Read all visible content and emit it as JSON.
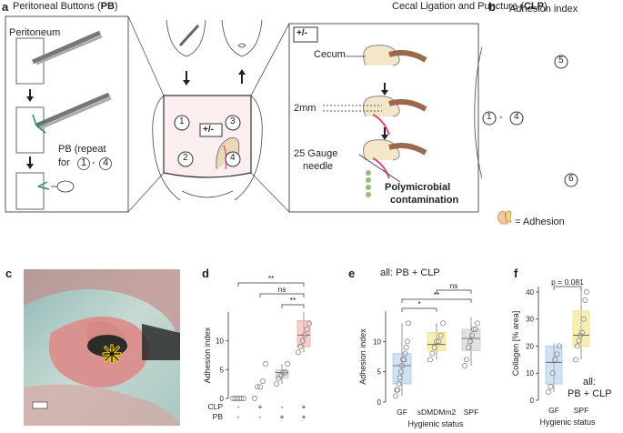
{
  "panels": {
    "a": {
      "letter": "a",
      "title_left_prefix": "Peritoneal Buttons (",
      "title_left_bold": "PB",
      "title_left_suffix": ")",
      "title_right_prefix": "Cecal Ligation and Puncture (",
      "title_right_bold": "CLP",
      "title_right_suffix": ")",
      "peritoneum": "Peritoneum",
      "pb_repeat_line1": "PB (repeat",
      "pb_repeat_line2": "for",
      "range_start": "1",
      "range_end": "4",
      "range_dash": "-",
      "plusminus": "+/-",
      "sites": [
        "1",
        "2",
        "3",
        "4"
      ],
      "cecum": "Cecum",
      "gap": "2mm",
      "needle_line1": "25 Gauge",
      "needle_line2": "needle",
      "contam_line1": "Polymicrobial",
      "contam_line2": "contamination"
    },
    "b": {
      "letter": "b",
      "title": "Adhesion index",
      "site5": "5",
      "site6": "6",
      "range_start": "1",
      "range_end": "4",
      "range_dash": "-",
      "legend": "= Adhesion"
    },
    "c": {
      "letter": "c"
    },
    "d": {
      "letter": "d"
    },
    "e": {
      "letter": "e",
      "note": "all: PB + CLP"
    },
    "f": {
      "letter": "f",
      "note_line1": "all:",
      "note_line2": "PB + CLP"
    }
  },
  "colors": {
    "green": "#2e8b6a",
    "pink": "#e0457b",
    "box_blue": "#a9c8e8",
    "box_yellow": "#f3df7a",
    "box_grey": "#c8c8c8",
    "box_red": "#f2a8a0",
    "peach": "#f5c9a8"
  },
  "chart_data": [
    {
      "id": "d",
      "type": "box",
      "ylabel": "Adhesion index",
      "ylim": [
        0,
        15
      ],
      "yticks": [
        0,
        5,
        10
      ],
      "row_labels": [
        "CLP",
        "PB"
      ],
      "conditions": [
        {
          "CLP": "-",
          "PB": "-",
          "points": [
            0,
            0,
            0,
            0,
            0,
            0
          ],
          "color": "#a9c8e8",
          "box": false
        },
        {
          "CLP": "+",
          "PB": "-",
          "points": [
            0,
            2,
            2,
            3,
            6
          ],
          "color": "#f3df7a",
          "box": false
        },
        {
          "CLP": "-",
          "PB": "+",
          "points": [
            2.5,
            3.5,
            4,
            4.5,
            4.5,
            6
          ],
          "color": "#c8c8c8",
          "box": true,
          "q1": 3.5,
          "median": 4.5,
          "q3": 5,
          "whisk": [
            2.5,
            6
          ]
        },
        {
          "CLP": "+",
          "PB": "+",
          "points": [
            8,
            9,
            10,
            11,
            12,
            13
          ],
          "color": "#f2a8a0",
          "box": true,
          "q1": 9,
          "median": 11,
          "q3": 13.5,
          "whisk": [
            8,
            15
          ]
        }
      ],
      "annotations": [
        {
          "from": 3,
          "to": 4,
          "text": "**",
          "level": 1
        },
        {
          "from": 2,
          "to": 4,
          "text": "ns",
          "level": 2
        },
        {
          "from": 1,
          "to": 4,
          "text": "**",
          "level": 3
        }
      ]
    },
    {
      "id": "e",
      "type": "box",
      "ylabel": "Adhesion index",
      "xlabel": "Hygienic status",
      "ylim": [
        0,
        15
      ],
      "yticks": [
        0,
        5,
        10
      ],
      "categories": [
        "GF",
        "sDMDMm2",
        "SPF"
      ],
      "series": [
        {
          "name": "GF",
          "points": [
            1,
            2,
            2,
            3,
            4,
            5,
            6,
            7,
            7,
            8,
            9,
            10,
            13
          ],
          "color": "#a9c8e8",
          "q1": 3,
          "median": 6,
          "q3": 8,
          "whisk": [
            1,
            13
          ]
        },
        {
          "name": "sDMDMm2",
          "points": [
            7,
            8,
            9,
            10,
            10,
            11,
            13
          ],
          "color": "#f3df7a",
          "q1": 8.5,
          "median": 9.5,
          "q3": 11.5,
          "whisk": [
            7,
            13
          ]
        },
        {
          "name": "SPF",
          "points": [
            6,
            7,
            9,
            10,
            11,
            12,
            12,
            13
          ],
          "color": "#c8c8c8",
          "q1": 8.5,
          "median": 10.5,
          "q3": 12,
          "whisk": [
            6,
            14
          ]
        }
      ],
      "annotations": [
        {
          "from": 1,
          "to": 2,
          "text": "*",
          "level": 1
        },
        {
          "from": 1,
          "to": 3,
          "text": "**",
          "level": 2
        },
        {
          "from": 2,
          "to": 3,
          "text": "ns",
          "level": 3
        }
      ]
    },
    {
      "id": "f",
      "type": "box",
      "ylabel": "Collagen [% area]",
      "xlabel": "Hygienic status",
      "ylim": [
        0,
        42
      ],
      "yticks": [
        0,
        10,
        20,
        30,
        40
      ],
      "categories": [
        "GF",
        "SPF"
      ],
      "series": [
        {
          "name": "GF",
          "points": [
            3,
            5,
            10,
            15,
            17,
            20
          ],
          "color": "#a9c8e8",
          "q1": 6,
          "median": 14,
          "q3": 20,
          "whisk": [
            3,
            21
          ]
        },
        {
          "name": "SPF",
          "points": [
            15,
            20,
            22,
            24,
            25,
            30,
            37,
            40
          ],
          "color": "#f3df7a",
          "q1": 20,
          "median": 24,
          "q3": 33,
          "whisk": [
            15,
            41
          ]
        }
      ],
      "annotations": [
        {
          "from": 1,
          "to": 2,
          "text": "p = 0.081",
          "level": 1
        }
      ]
    }
  ]
}
